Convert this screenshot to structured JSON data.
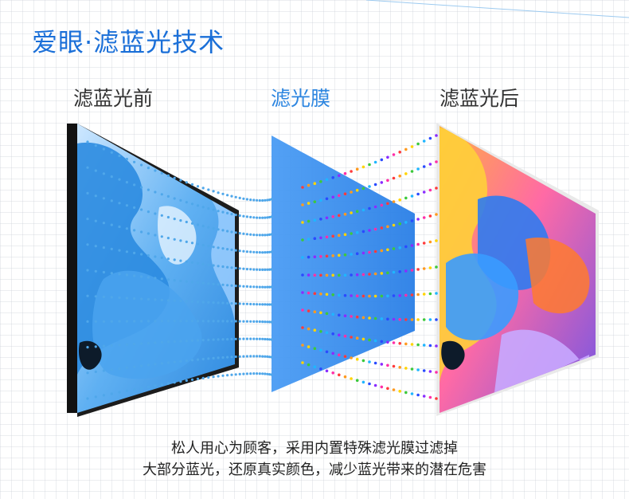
{
  "title": "爱眼·滤蓝光技术",
  "labels": {
    "before": "滤蓝光前",
    "film": "滤光膜",
    "after": "滤蓝光后"
  },
  "description": [
    "松人用心为顾客，采用内置特殊滤光膜过滤掉",
    "大部分蓝光，还原真实颜色，减少蓝光带来的潜在危害"
  ],
  "colors": {
    "title": "#1a6fd8",
    "film_label": "#2d86e0",
    "film": "#3b8ff0",
    "dots_before": "#4fa7ea"
  }
}
